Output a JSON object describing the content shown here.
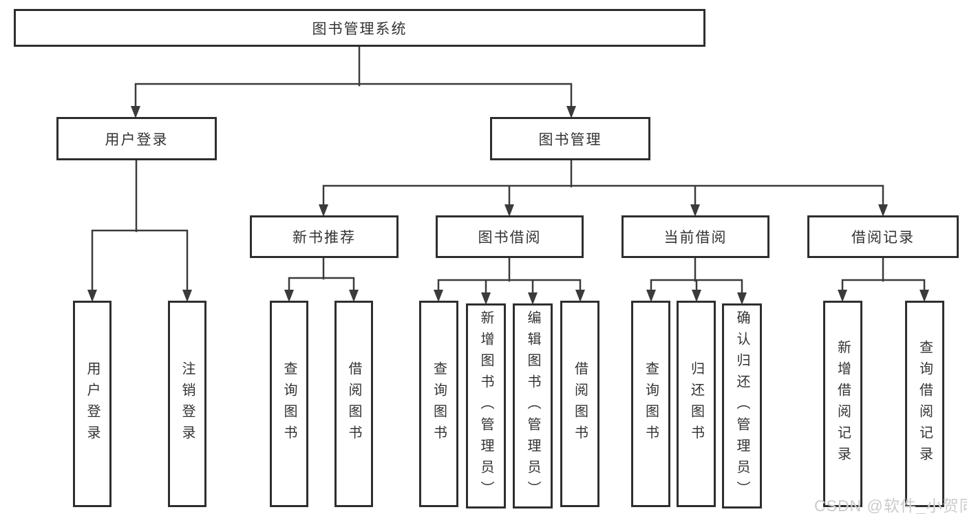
{
  "diagram": {
    "root": {
      "label": "图书管理系统",
      "children": [
        {
          "label": "用户登录",
          "children": [
            {
              "label": "用户登录"
            },
            {
              "label": "注销登录"
            }
          ]
        },
        {
          "label": "图书管理",
          "children": [
            {
              "label": "新书推荐",
              "children": [
                {
                  "label": "查询图书"
                },
                {
                  "label": "借阅图书"
                }
              ]
            },
            {
              "label": "图书借阅",
              "children": [
                {
                  "label": "查询图书"
                },
                {
                  "label": "新增图书（管理员）"
                },
                {
                  "label": "编辑图书（管理员）"
                },
                {
                  "label": "借阅图书"
                }
              ]
            },
            {
              "label": "当前借阅",
              "children": [
                {
                  "label": "查询图书"
                },
                {
                  "label": "归还图书"
                },
                {
                  "label": "确认归还（管理员）"
                }
              ]
            },
            {
              "label": "借阅记录",
              "children": [
                {
                  "label": "新增借阅记录"
                },
                {
                  "label": "查询借阅记录"
                }
              ]
            }
          ]
        }
      ]
    }
  },
  "watermark": {
    "text": "CSDN @软件_小贺同学"
  },
  "colors": {
    "box_border": "#2e2e2e",
    "connector": "#3b3b3b",
    "text": "#333333",
    "watermark": "#cbcbcb",
    "background": "#ffffff"
  }
}
